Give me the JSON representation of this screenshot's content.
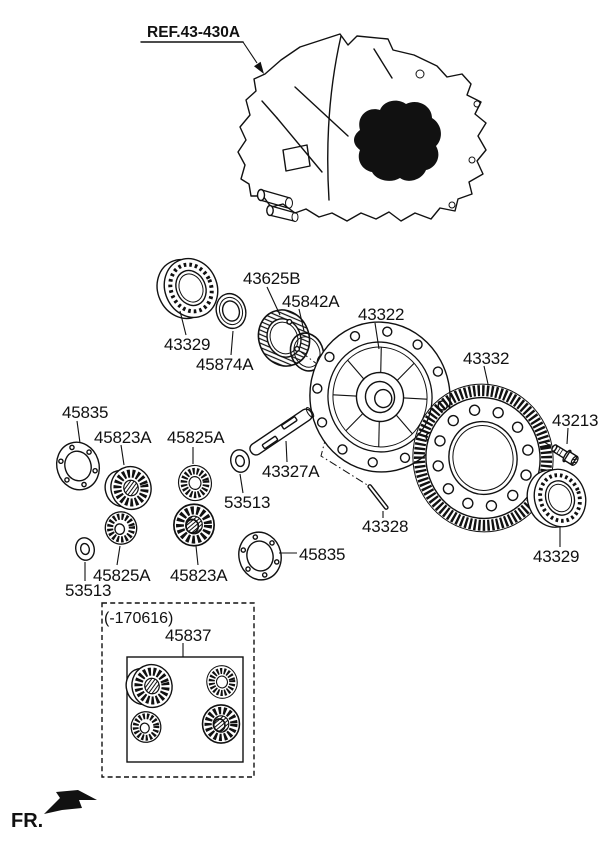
{
  "colors": {
    "ink": "#111111",
    "background": "#ffffff"
  },
  "callouts": {
    "ref": "REF.43-430A",
    "bearing_left": "43329",
    "spacer": "45874A",
    "bearing_race": "43625B",
    "seal_ring": "45842A",
    "differential_case": "43322",
    "final_drive_gear": "43332",
    "bolt": "43213",
    "bearing_right": "43329",
    "thrust_washer_upper": "45835",
    "side_gear_upper": "45823A",
    "pinion_gear_upper": "45825A",
    "pinion_shaft": "43327A",
    "washer_upper": "53513",
    "lock_pin": "43328",
    "thrust_washer_lower": "45835",
    "pinion_gear_lower": "45825A",
    "washer_lower": "53513",
    "side_gear_lower": "45823A",
    "gear_set": "45837",
    "gear_set_date_note": "(-170616)",
    "front_indicator": "FR."
  }
}
